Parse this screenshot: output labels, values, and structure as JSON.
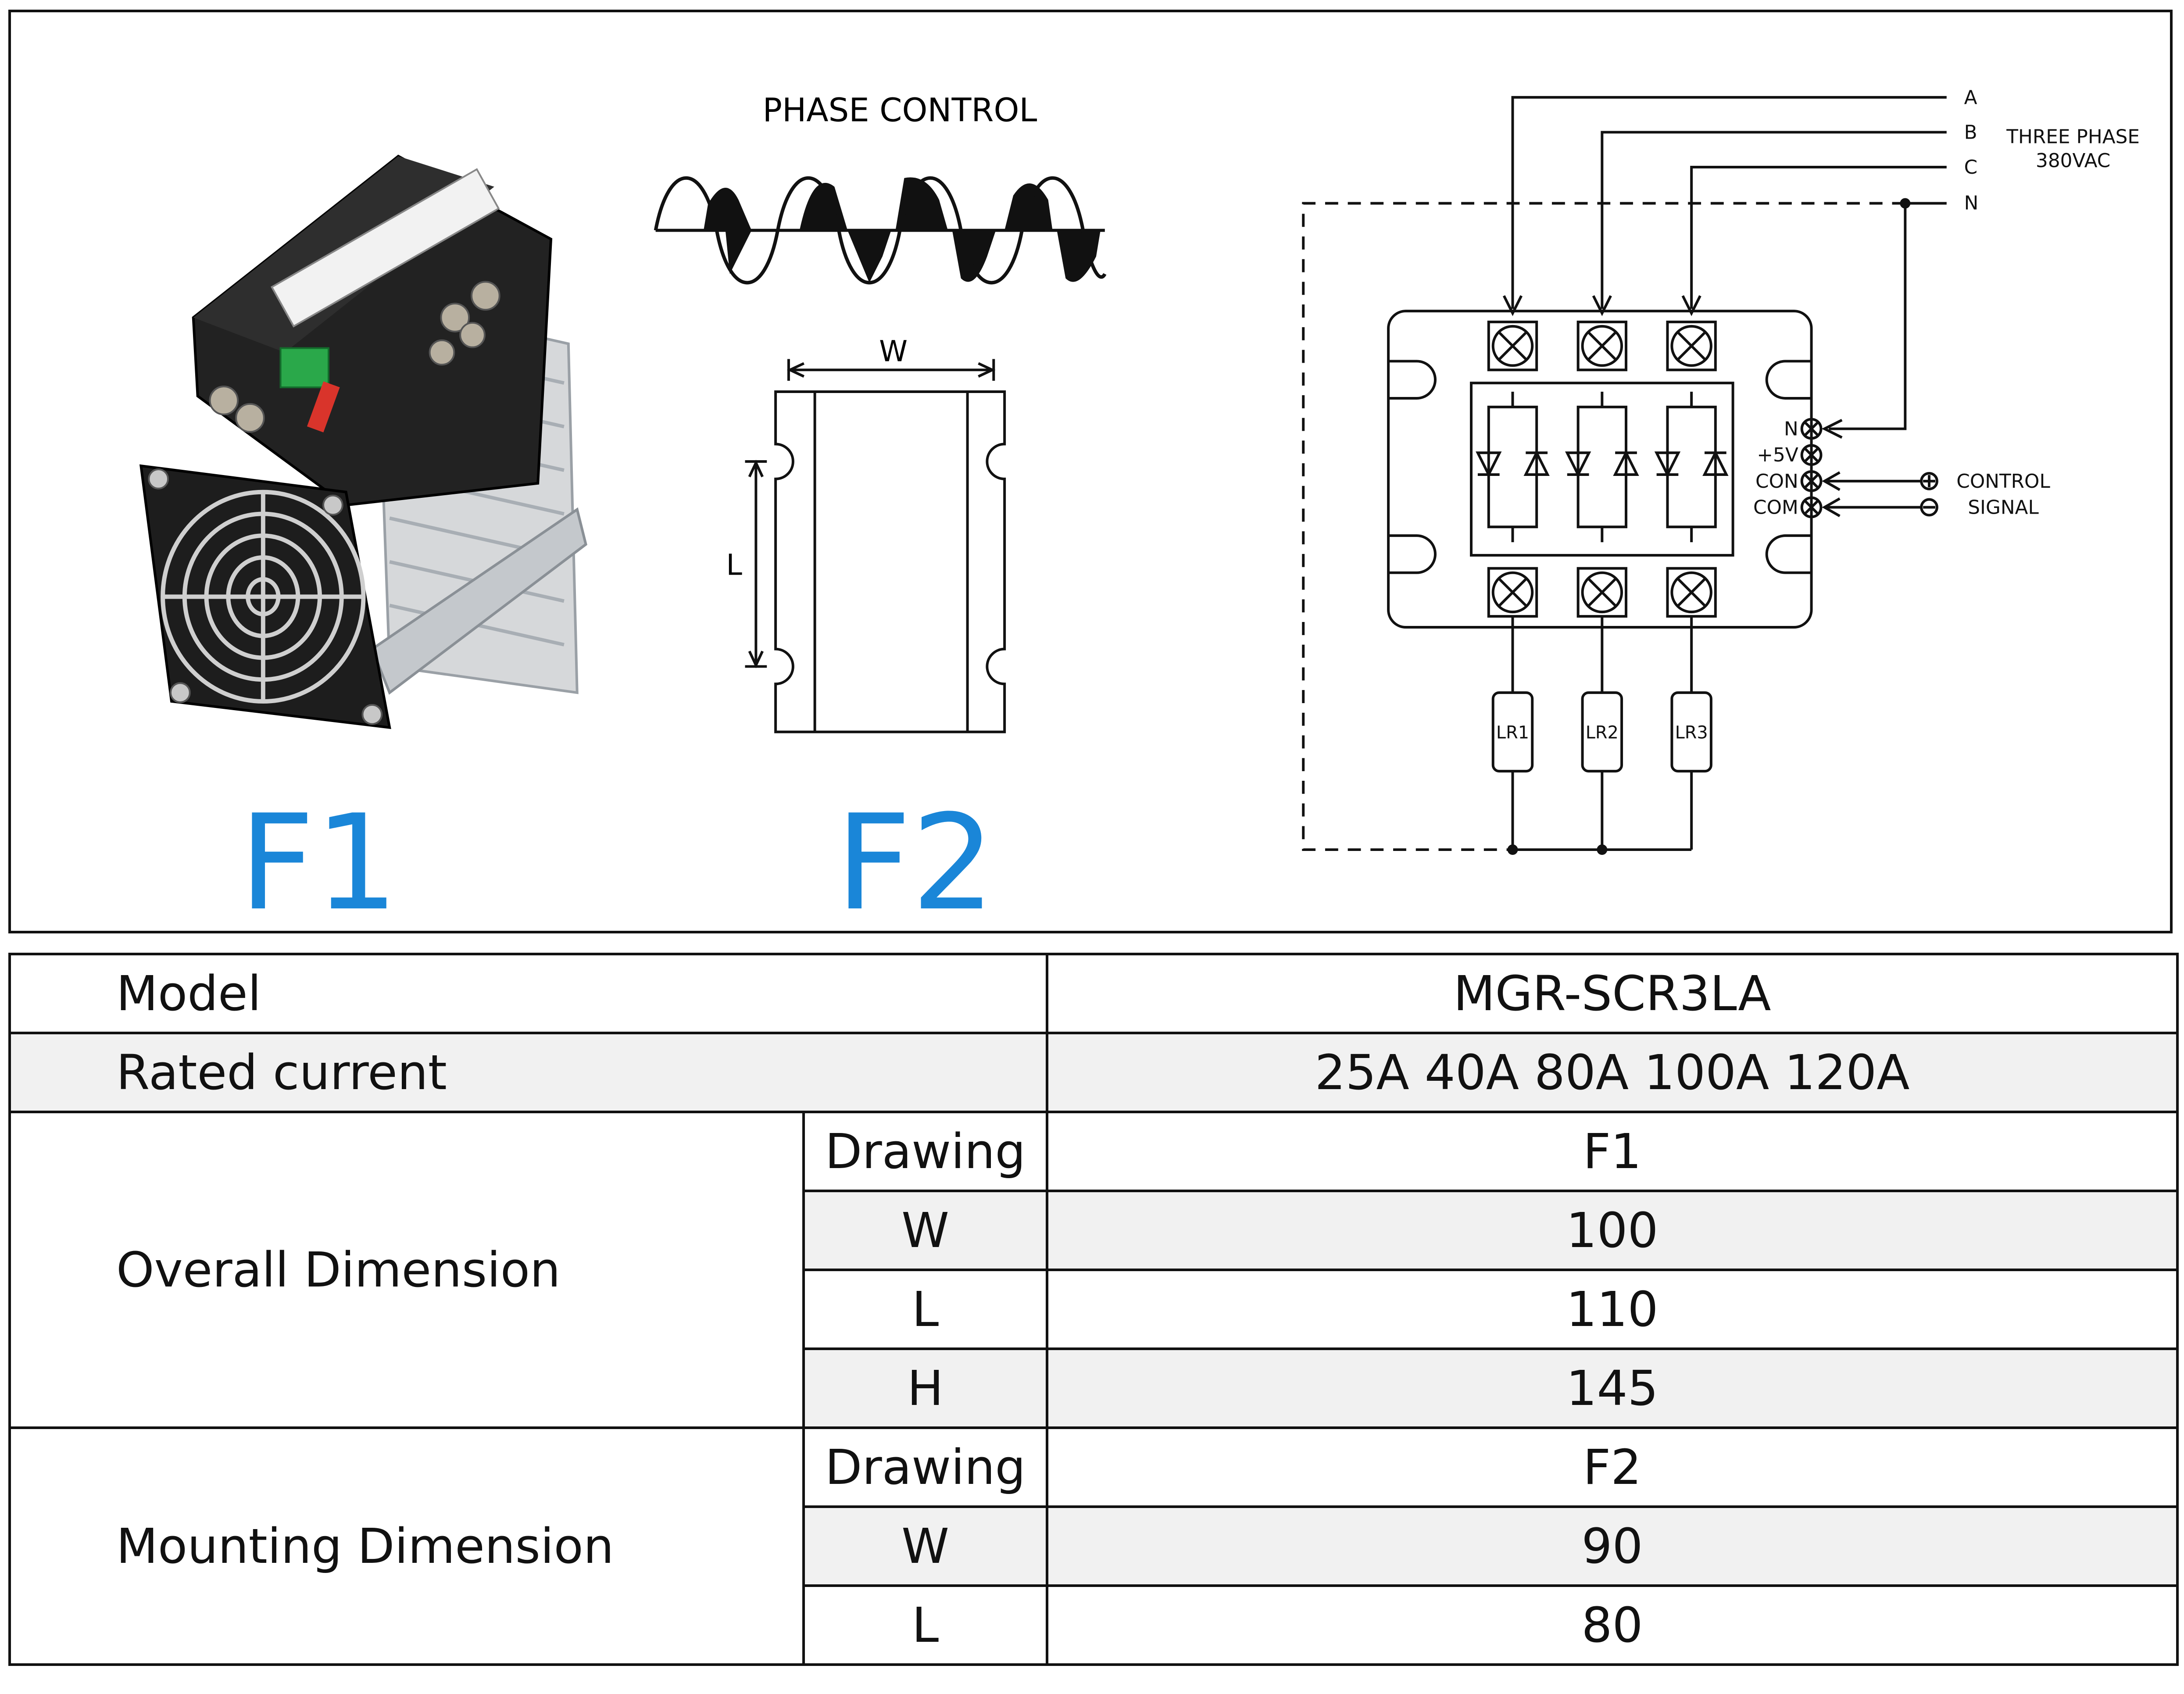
{
  "figures": {
    "f1_label": "F1",
    "f2_label": "F2",
    "phase_title": "PHASE CONTROL",
    "dim_w": "W",
    "dim_l": "L"
  },
  "wiring": {
    "phases": [
      "A",
      "B",
      "C",
      "N"
    ],
    "supply_line1": "THREE PHASE",
    "supply_line2": "380VAC",
    "terminals": [
      "N",
      "+5V",
      "CON",
      "COM"
    ],
    "signal_line1": "CONTROL",
    "signal_line2": "SIGNAL",
    "loads": [
      "LR1",
      "LR2",
      "LR3"
    ]
  },
  "table": {
    "model_label": "Model",
    "model_value": "MGR-SCR3LA",
    "current_label": "Rated current",
    "current_value": "25A  40A  80A  100A  120A",
    "overall": {
      "label": "Overall Dimension",
      "rows": [
        {
          "key": "Drawing",
          "value": "F1"
        },
        {
          "key": "W",
          "value": "100"
        },
        {
          "key": "L",
          "value": "110"
        },
        {
          "key": "H",
          "value": "145"
        }
      ]
    },
    "mounting": {
      "label": "Mounting Dimension",
      "rows": [
        {
          "key": "Drawing",
          "value": "F2"
        },
        {
          "key": "W",
          "value": "90"
        },
        {
          "key": "L",
          "value": "80"
        }
      ]
    }
  }
}
